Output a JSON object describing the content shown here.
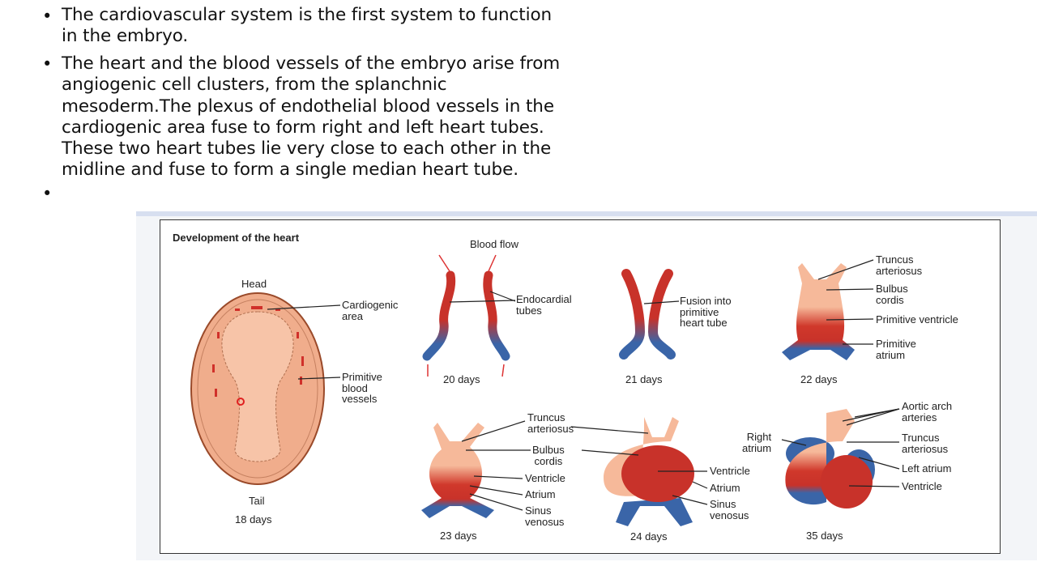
{
  "slide": {
    "bullets": [
      "The cardiovascular system is the first system to function\nin the embryo.",
      "The heart and the blood vessels of the embryo arise from\nangiogenic cell clusters, from the splanchnic\nmesoderm.The plexus of endothelial blood vessels in the\ncardiogenic area fuse to form right and left heart tubes.\nThese two heart tubes lie very close to each other in the\nmidline and fuse to form a single median  heart tube.",
      ""
    ],
    "bullet_glyph": "•"
  },
  "figure": {
    "title": "Development of the heart",
    "colors": {
      "arterial": "#c8322a",
      "venous": "#3a65a8",
      "tissue": "#f2b596"
    },
    "stage18": {
      "head": "Head",
      "cardiogenic": "Cardiogenic\narea",
      "vessels": "Primitive\nblood\nvessels",
      "tail": "Tail",
      "days": "18 days"
    },
    "stage20": {
      "blood_flow": "Blood flow",
      "tubes": "Endocardial\ntubes",
      "days": "20 days"
    },
    "stage21": {
      "fusion": "Fusion into\nprimitive\nheart tube",
      "days": "21 days"
    },
    "stage22": {
      "truncus": "Truncus\narteriosus",
      "bulbus": "Bulbus\ncordis",
      "ventricle": "Primitive ventricle",
      "atrium": "Primitive\natrium",
      "days": "22 days"
    },
    "stage23": {
      "truncus": "Truncus\narteriosus",
      "bulbus": "Bulbus\ncordis",
      "ventricle": "Ventricle",
      "atrium": "Atrium",
      "sinus": "Sinus\nvenosus",
      "days": "23 days"
    },
    "stage24": {
      "ventricle": "Ventricle",
      "atrium": "Atrium",
      "sinus": "Sinus\nvenosus",
      "days": "24 days"
    },
    "stage35": {
      "aortic": "Aortic arch\narteries",
      "right_atrium": "Right\natrium",
      "truncus": "Truncus\narteriosus",
      "left_atrium": "Left atrium",
      "ventricle": "Ventricle",
      "days": "35 days"
    }
  }
}
